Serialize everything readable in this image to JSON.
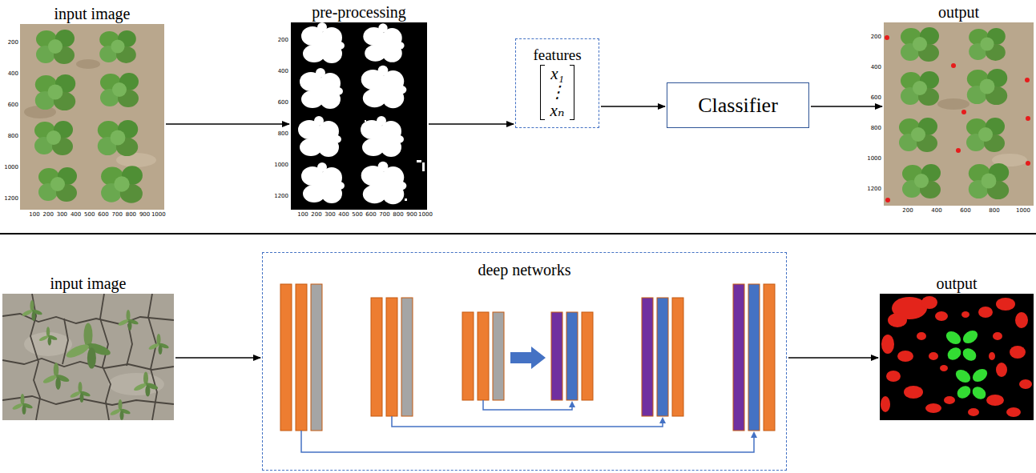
{
  "diagram": {
    "nodes": [
      {
        "text": [
          "input image"
        ]
      },
      {
        "text": [
          "pre-processing"
        ]
      },
      {
        "text": [
          "features",
          "x₁",
          "⋮",
          "xₙ"
        ]
      },
      {
        "text": [
          "Classifier"
        ]
      },
      {
        "text": [
          "output"
        ]
      },
      {
        "text": [
          "input image"
        ]
      },
      {
        "text": [
          "deep networks"
        ]
      },
      {
        "text": [
          "output"
        ]
      }
    ],
    "edges": [
      {
        "from": 0,
        "to": 1,
        "arrow": "to"
      },
      {
        "from": 1,
        "to": 2,
        "arrow": "to"
      },
      {
        "from": 2,
        "to": 3,
        "arrow": "to"
      },
      {
        "from": 3,
        "to": 4,
        "arrow": "to"
      },
      {
        "from": 5,
        "to": 6,
        "arrow": "to"
      },
      {
        "from": 6,
        "to": 7,
        "arrow": "to"
      }
    ],
    "labels": [
      "200",
      "400",
      "600",
      "800",
      "1000",
      "1200",
      "100",
      "200",
      "300",
      "400",
      "500",
      "600",
      "700",
      "800",
      "900",
      "1000",
      "200",
      "400",
      "600",
      "800",
      "1000",
      "1200",
      "100",
      "200",
      "300",
      "400",
      "500",
      "600",
      "700",
      "800",
      "900",
      "1000",
      "200",
      "400",
      "600",
      "800",
      "1000",
      "1200",
      "200",
      "400",
      "600",
      "800",
      "1000"
    ]
  }
}
